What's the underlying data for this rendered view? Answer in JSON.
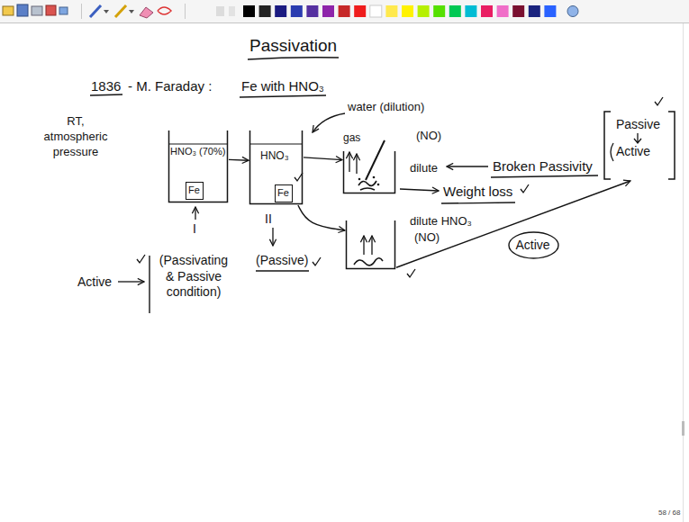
{
  "diagram": {
    "title": "Passivation",
    "nodes": [
      {
        "text": [
          "HNO₃ (70%)"
        ]
      },
      {
        "text": [
          "Fe"
        ],
        "in": 0
      },
      {
        "text": [
          "HNO₃"
        ]
      },
      {
        "text": [
          "Fe"
        ],
        "in": 2
      },
      {
        "text": [
          "gas",
          "(NO)",
          "dilute"
        ]
      },
      {
        "text": [
          "dilute HNO₃",
          "(NO)"
        ]
      },
      {
        "text": [
          "Passive",
          "Active"
        ]
      },
      {
        "text": [
          "Active"
        ]
      }
    ],
    "edges": [
      {
        "from": 0,
        "to": 2,
        "arrow": "to"
      },
      {
        "from": 2,
        "to": 4,
        "arrow": "to"
      },
      {
        "from": 2,
        "to": 5,
        "arrow": "to"
      },
      {
        "from": 5,
        "to": 6,
        "arrow": "to"
      }
    ],
    "labels": [
      "1836",
      "- M. Faraday :",
      "Fe with HNO₃",
      "RT, atmospheric pressure",
      "I",
      "II",
      "(Passivating & Passive condition)",
      "Active",
      "(Passive)",
      "water (dilution)",
      "Broken Passivity",
      "Weight loss",
      "58 / 68"
    ]
  }
}
